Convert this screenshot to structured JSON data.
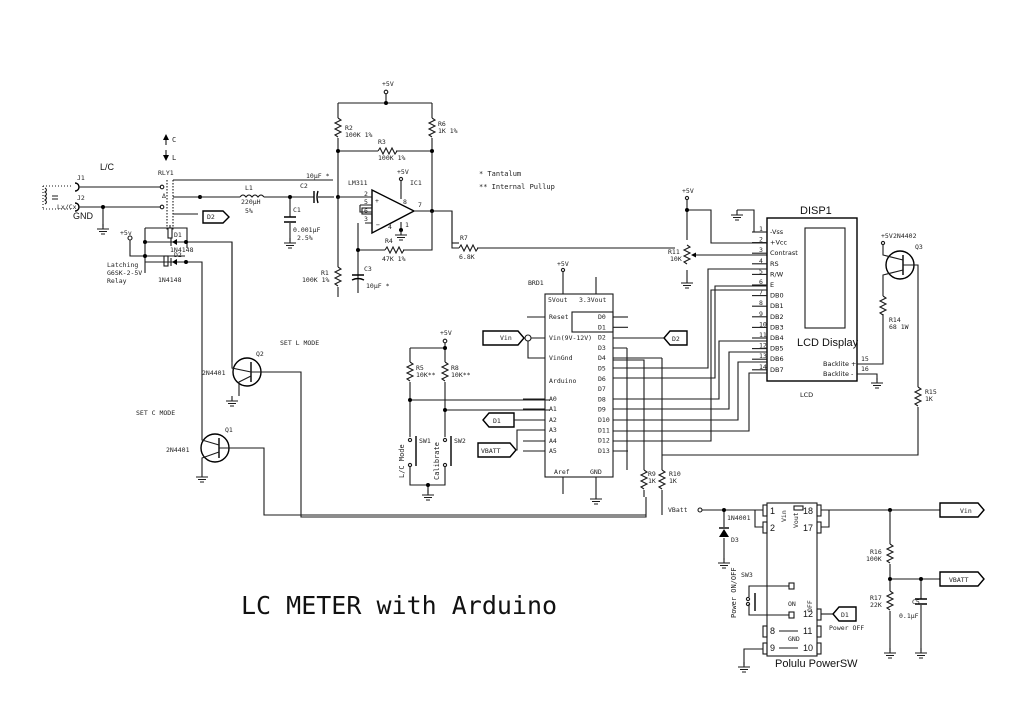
{
  "title": "LC METER with Arduino",
  "notes": {
    "tantalum": "* Tantalum",
    "pullup": "** Internal Pullup"
  },
  "input": {
    "lc_label": "L/C",
    "j1": "J1",
    "j2": "J2",
    "lxcx": "Lx/Cx",
    "gnd": "GND",
    "sel_c": "C",
    "sel_l": "L",
    "relay": "RLY1",
    "relay_desc": [
      "Latching",
      "G6SK-2-5V",
      "Relay"
    ],
    "plus5v": "+5v"
  },
  "diodes": {
    "d1": {
      "ref": "D1",
      "part": "1N4148"
    },
    "d2": {
      "ref": "D2",
      "part": "1N4148"
    },
    "d3": {
      "ref": "D3",
      "part": "1N4001"
    }
  },
  "oscillator": {
    "l1": {
      "ref": "L1",
      "value": "220µH",
      "tol": "5%"
    },
    "c1": {
      "ref": "C1",
      "value": "0.001µF",
      "tol": "2.5%"
    },
    "c2": {
      "ref": "C2",
      "value": "10µF *"
    },
    "c3": {
      "ref": "C3",
      "value": "10µF *"
    },
    "r1": {
      "ref": "R1",
      "value": "100K 1%"
    },
    "r2": {
      "ref": "R2",
      "value": "100K 1%"
    },
    "r3": {
      "ref": "R3",
      "value": "100K 1%"
    },
    "r4": {
      "ref": "R4",
      "value": "47K 1%"
    },
    "r6": {
      "ref": "R6",
      "value": "1K 1%"
    },
    "r7": {
      "ref": "R7",
      "value": "6.8K"
    },
    "ic1": {
      "ref": "IC1",
      "part": "LM311",
      "pins": [
        "2",
        "3",
        "5",
        "6",
        "8",
        "4",
        "1",
        "7"
      ]
    },
    "plus5v": "+5V"
  },
  "transistors": {
    "q1": {
      "ref": "Q1",
      "part": "2N4401",
      "note": "SET C MODE"
    },
    "q2": {
      "ref": "Q2",
      "part": "2N4401",
      "note": "SET L MODE"
    },
    "q3": {
      "ref": "Q3",
      "part": "2N4402"
    }
  },
  "switches": {
    "r5": {
      "ref": "R5",
      "value": "10K**"
    },
    "r8": {
      "ref": "R8",
      "value": "10K**"
    },
    "sw1": {
      "ref": "SW1",
      "label": "L/C Mode"
    },
    "sw2": {
      "ref": "SW2",
      "label": "Calibrate"
    },
    "plus5v": "+5V"
  },
  "arduino": {
    "ref": "BRD1",
    "name": "Arduino",
    "plus5v": "+5V",
    "top_pins": [
      "5Vout",
      "3.3Vout"
    ],
    "left_pins": [
      "Reset",
      "Vin(9V-12V)",
      "VinGnd",
      "A0",
      "A1",
      "A2",
      "A3",
      "A4",
      "A5"
    ],
    "right_pins": [
      "D0",
      "D1",
      "D2",
      "D3",
      "D4",
      "D5",
      "D6",
      "D7",
      "D8",
      "D9",
      "D10",
      "D11",
      "D12",
      "D13"
    ],
    "bottom_pins": [
      "Aref",
      "GND"
    ],
    "r9": {
      "ref": "R9",
      "value": "1K"
    },
    "r10": {
      "ref": "R10",
      "value": "1K"
    }
  },
  "ports": {
    "vin": "Vin",
    "d1": "D1",
    "d2": "D2",
    "vbatt": "VBATT"
  },
  "lcd": {
    "ref": "DISP1",
    "name": "LCD Display",
    "caption": "LCD",
    "plus5v": "+5V",
    "r11": {
      "ref": "R11",
      "value": "10K"
    },
    "pins": [
      {
        "n": "1",
        "name": "-Vss"
      },
      {
        "n": "2",
        "name": "+Vcc"
      },
      {
        "n": "3",
        "name": "Contrast"
      },
      {
        "n": "4",
        "name": "RS"
      },
      {
        "n": "5",
        "name": "R/W"
      },
      {
        "n": "6",
        "name": "E"
      },
      {
        "n": "7",
        "name": "DB0"
      },
      {
        "n": "8",
        "name": "DB1"
      },
      {
        "n": "9",
        "name": "DB2"
      },
      {
        "n": "10",
        "name": "DB3"
      },
      {
        "n": "11",
        "name": "DB4"
      },
      {
        "n": "12",
        "name": "DB5"
      },
      {
        "n": "13",
        "name": "DB6"
      },
      {
        "n": "14",
        "name": "DB7"
      }
    ],
    "backlight": [
      {
        "n": "15",
        "name": "Backlite +"
      },
      {
        "n": "16",
        "name": "Backlite -"
      }
    ],
    "r14": {
      "ref": "R14",
      "value": "68 1W"
    },
    "r15": {
      "ref": "R15",
      "value": "1K"
    },
    "plus5v_q3": "+5V"
  },
  "power": {
    "vbatt": "VBatt",
    "module": "Polulu PowerSW",
    "pins": {
      "p1": "1",
      "p2": "2",
      "p18": "18",
      "p17": "17",
      "p12": "12",
      "p8": "8",
      "p11": "11",
      "p9": "9",
      "p10": "10"
    },
    "vin_lbl": "Vin",
    "vout_lbl": "Vout",
    "on": "ON",
    "off": "OFF",
    "gnd": "GND",
    "sw3": {
      "ref": "SW3",
      "label": "Power ON/OFF"
    },
    "power_off": "Power OFF",
    "r16": {
      "ref": "R16",
      "value": "100K"
    },
    "r17": {
      "ref": "R17",
      "value": "22K"
    },
    "c5": {
      "ref": "C5",
      "value": "0.1µF"
    }
  }
}
